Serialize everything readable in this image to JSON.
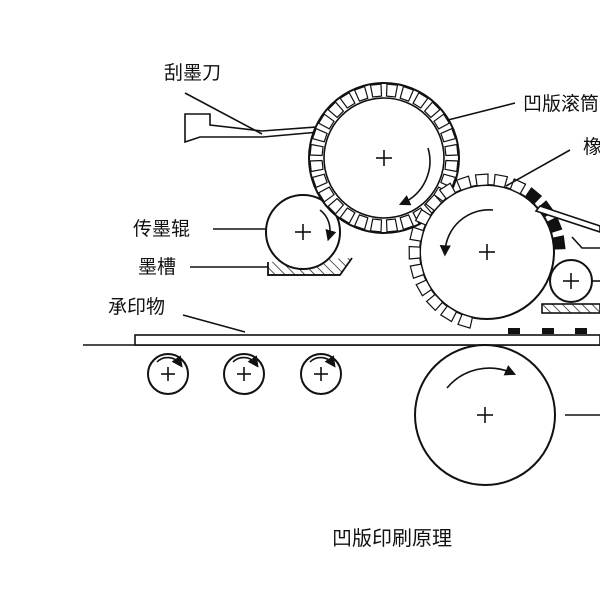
{
  "labels": {
    "doctor_blade": "刮墨刀",
    "gravure_cylinder": "凹版滚筒",
    "rubber_roller": "橡",
    "ink_transfer_roller": "传墨辊",
    "ink_tank": "墨槽",
    "substrate": "承印物"
  },
  "caption": "凹版印刷原理"
}
